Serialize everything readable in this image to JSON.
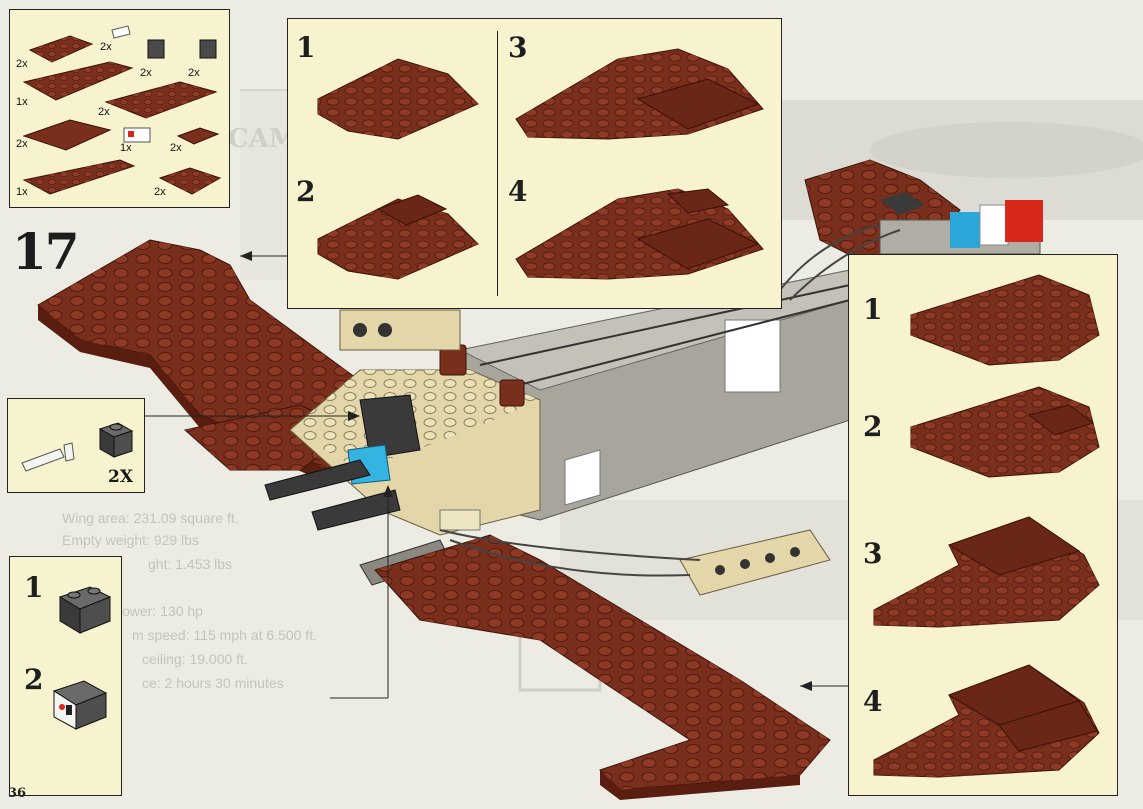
{
  "page": {
    "number": "36",
    "step_number": "17",
    "watermark_text": "CAM"
  },
  "parts_list": {
    "quantities": [
      "2x",
      "2x",
      "2x",
      "2x",
      "1x",
      "2x",
      "2x",
      "1x",
      "2x",
      "1x",
      "2x"
    ]
  },
  "sub_assembly_top": {
    "steps": [
      "1",
      "2",
      "3",
      "4"
    ]
  },
  "sub_assembly_right": {
    "steps": [
      "1",
      "2",
      "3",
      "4"
    ]
  },
  "callout_pin": {
    "quantity": "2X"
  },
  "callout_brick": {
    "steps": [
      "1",
      "2"
    ]
  },
  "specs": {
    "lines": [
      "Wing area: 231.09 square ft.",
      "Empty weight: 929 lbs",
      "ght: 1.453 lbs",
      "ower: 130 hp",
      "m speed: 115 mph at 6.500 ft.",
      "ceiling: 19.000 ft.",
      "ce: 2 hours 30 minutes"
    ]
  },
  "colors": {
    "brick_brown": "#7a2e1c",
    "brick_brown_light": "#8f3a24",
    "panel_bg": "#f7f3cf",
    "tan": "#e3d6a8",
    "grey": "#a7a59c",
    "dark_grey": "#3c3c3c"
  }
}
